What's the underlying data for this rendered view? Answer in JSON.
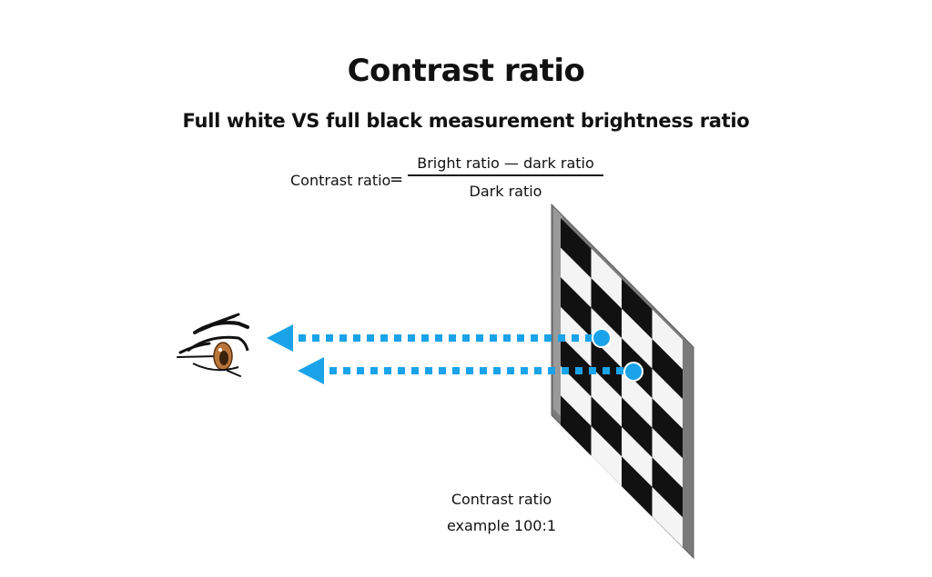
{
  "title": "Contrast ratio",
  "subtitle": "Full white VS full black measurement brightness ratio",
  "formula": {
    "lhs": "Contrast ratio",
    "equals": "=",
    "numerator": "Bright ratio — dark ratio",
    "denominator": "Dark ratio"
  },
  "example": {
    "line1": "Contrast ratio",
    "line2": "example  100:1"
  },
  "colors": {
    "arrow": "#1aa3e8",
    "panel_frame": "#777777",
    "iris": "#b9763a"
  },
  "icons": {
    "eye": "eye-icon",
    "panel": "checkerboard-panel"
  }
}
